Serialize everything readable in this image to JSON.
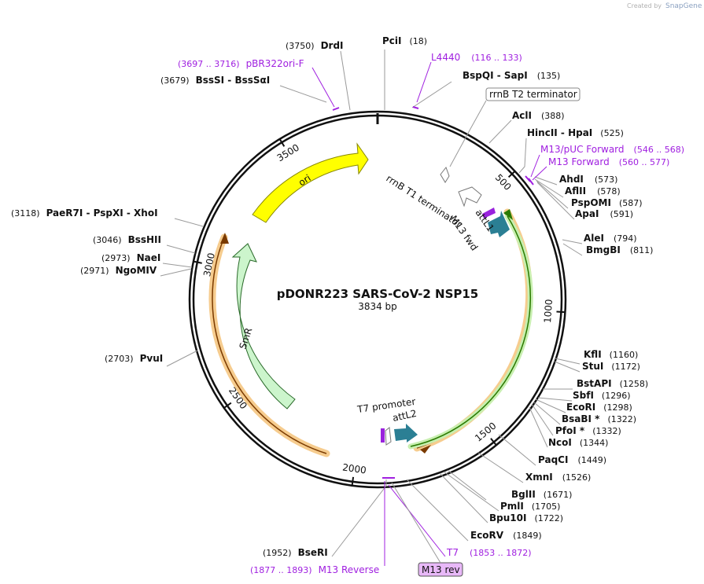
{
  "header": {
    "created_by": "Created by",
    "app_name": "SnapGene"
  },
  "map": {
    "title": "pDONR223 SARS-CoV-2 NSP15",
    "size": "3834 bp"
  },
  "ticks": [
    "500",
    "1000",
    "1500",
    "2000",
    "2500",
    "3000",
    "3500"
  ],
  "features": {
    "ori": "ori",
    "smr": "SmR",
    "rrnb_t1": "rrnB T1 terminator",
    "rrnb_t2": "rrnB T2 terminator",
    "m13_fwd": "M13 fwd",
    "attl1": "attL1",
    "t7_promoter": "T7 promoter",
    "attl2": "attL2",
    "m13_rev_box": "M13 rev"
  },
  "sites": [
    {
      "name": "DrdI",
      "pos": "(3750)"
    },
    {
      "name": "PciI",
      "pos": "(18)"
    },
    {
      "name": "BspQI  -  SapI",
      "pos": "(135)"
    },
    {
      "name": "BssSI  -  BssSαI",
      "pos": "(3679)"
    },
    {
      "name": "AclI",
      "pos": "(388)"
    },
    {
      "name": "HincII  -  HpaI",
      "pos": "(525)"
    },
    {
      "name": "AhdI",
      "pos": "(573)"
    },
    {
      "name": "AflII",
      "pos": "(578)"
    },
    {
      "name": "PspOMI",
      "pos": "(587)"
    },
    {
      "name": "ApaI",
      "pos": "(591)"
    },
    {
      "name": "AleI",
      "pos": "(794)"
    },
    {
      "name": "BmgBI",
      "pos": "(811)"
    },
    {
      "name": "PaeR7I  -  PspXI  -  XhoI",
      "pos": "(3118)"
    },
    {
      "name": "BssHII",
      "pos": "(3046)"
    },
    {
      "name": "NaeI",
      "pos": "(2973)"
    },
    {
      "name": "NgoMIV",
      "pos": "(2971)"
    },
    {
      "name": "PvuI",
      "pos": "(2703)"
    },
    {
      "name": "KflI",
      "pos": "(1160)"
    },
    {
      "name": "StuI",
      "pos": "(1172)"
    },
    {
      "name": "BstAPI",
      "pos": "(1258)"
    },
    {
      "name": "SbfI",
      "pos": "(1296)"
    },
    {
      "name": "EcoRI",
      "pos": "(1298)"
    },
    {
      "name": "BsaBI *",
      "pos": "(1322)"
    },
    {
      "name": "PfoI *",
      "pos": "(1332)"
    },
    {
      "name": "NcoI",
      "pos": "(1344)"
    },
    {
      "name": "PaqCI",
      "pos": "(1449)"
    },
    {
      "name": "XmnI",
      "pos": "(1526)"
    },
    {
      "name": "BglII",
      "pos": "(1671)"
    },
    {
      "name": "PmlI",
      "pos": "(1705)"
    },
    {
      "name": "Bpu10I",
      "pos": "(1722)"
    },
    {
      "name": "EcoRV",
      "pos": "(1849)"
    },
    {
      "name": "BseRI",
      "pos": "(1952)"
    }
  ],
  "primers": [
    {
      "name": "pBR322ori-F",
      "pos": "(3697 .. 3716)"
    },
    {
      "name": "L4440",
      "pos": "(116 .. 133)"
    },
    {
      "name": "M13/pUC Forward",
      "pos": "(546 .. 568)"
    },
    {
      "name": "M13 Forward",
      "pos": "(560 .. 577)"
    },
    {
      "name": "T7",
      "pos": "(1853 .. 1872)"
    },
    {
      "name": "M13 Reverse",
      "pos": "(1877 .. 1893)"
    }
  ]
}
